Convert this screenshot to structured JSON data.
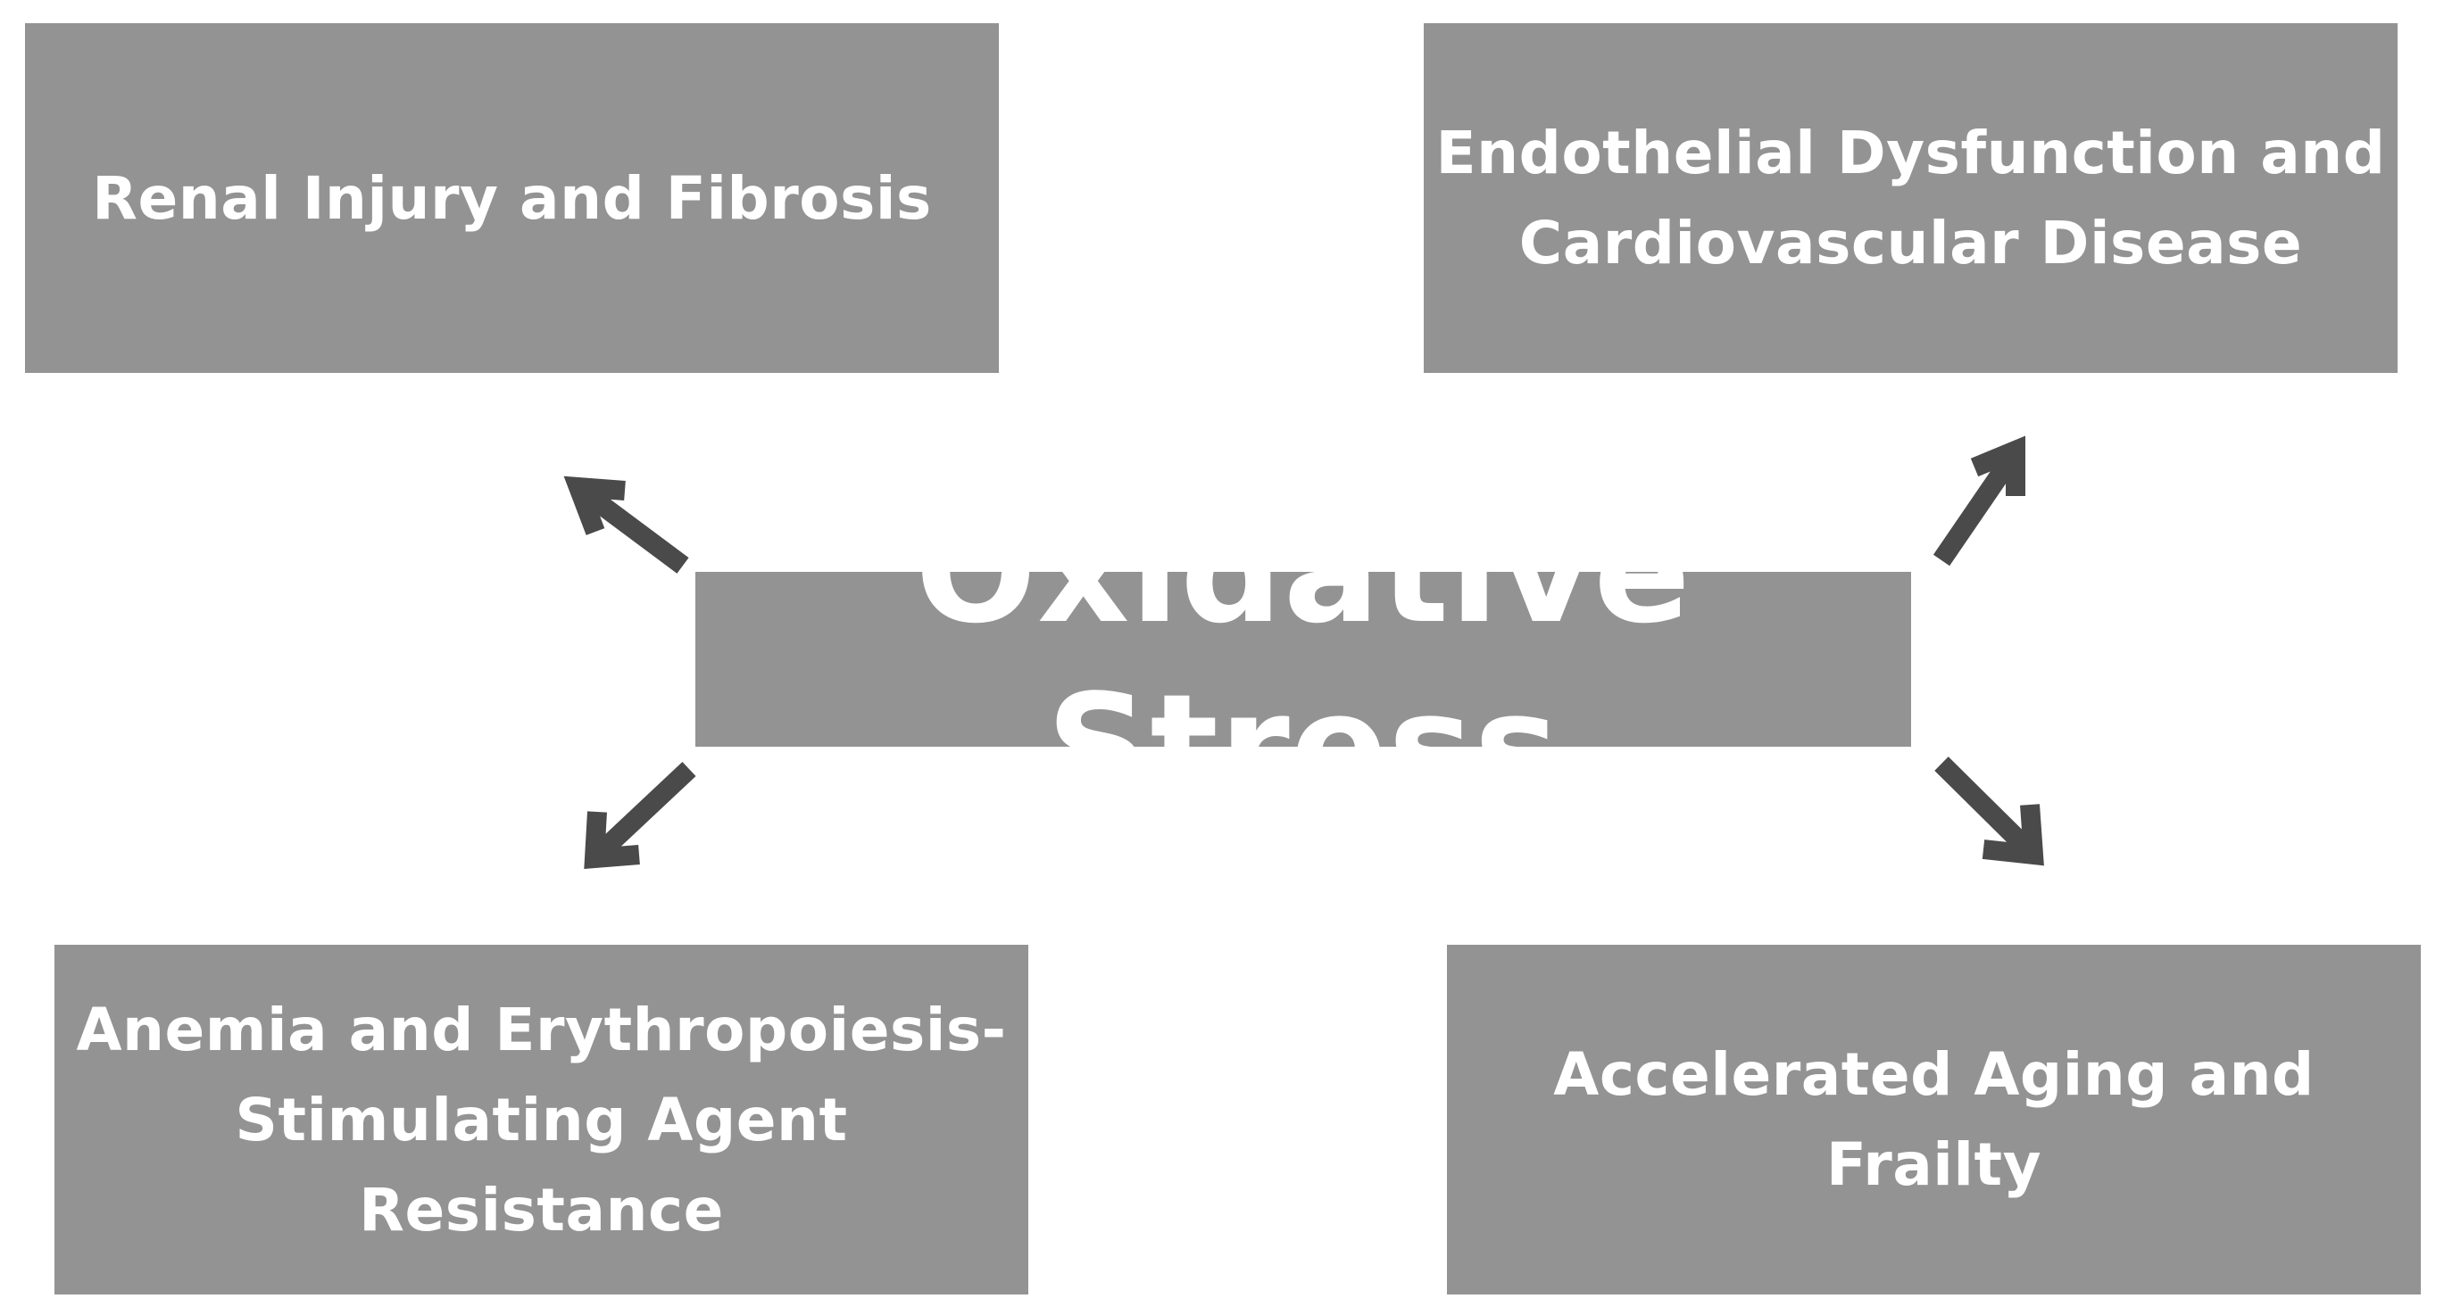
{
  "central_concept": "Oxidative Stress",
  "outcomes": {
    "top_left": "Renal Injury and Fibrosis",
    "top_right": "Endothelial Dysfunction and\nCardiovascular Disease",
    "bottom_left": "Anemia and Erythropoiesis-\nStimulating Agent\nResistance",
    "bottom_right": "Accelerated Aging and Frailty"
  },
  "colors": {
    "box_fill": "#939393",
    "box_text": "#ffffff",
    "arrow": "#4a4a4a",
    "background": "#ffffff"
  }
}
